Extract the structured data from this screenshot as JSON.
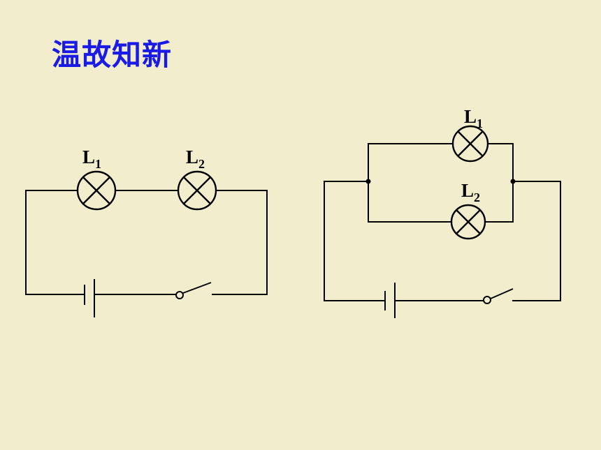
{
  "slide": {
    "title": "温故知新",
    "title_color": "#1A1AE6",
    "background": "#F2EDCD"
  },
  "series_circuit": {
    "lamps": [
      {
        "letter": "L",
        "index": "1"
      },
      {
        "letter": "L",
        "index": "2"
      }
    ]
  },
  "parallel_circuit": {
    "lamps": [
      {
        "letter": "L",
        "index": "1"
      },
      {
        "letter": "L",
        "index": "2"
      }
    ]
  }
}
